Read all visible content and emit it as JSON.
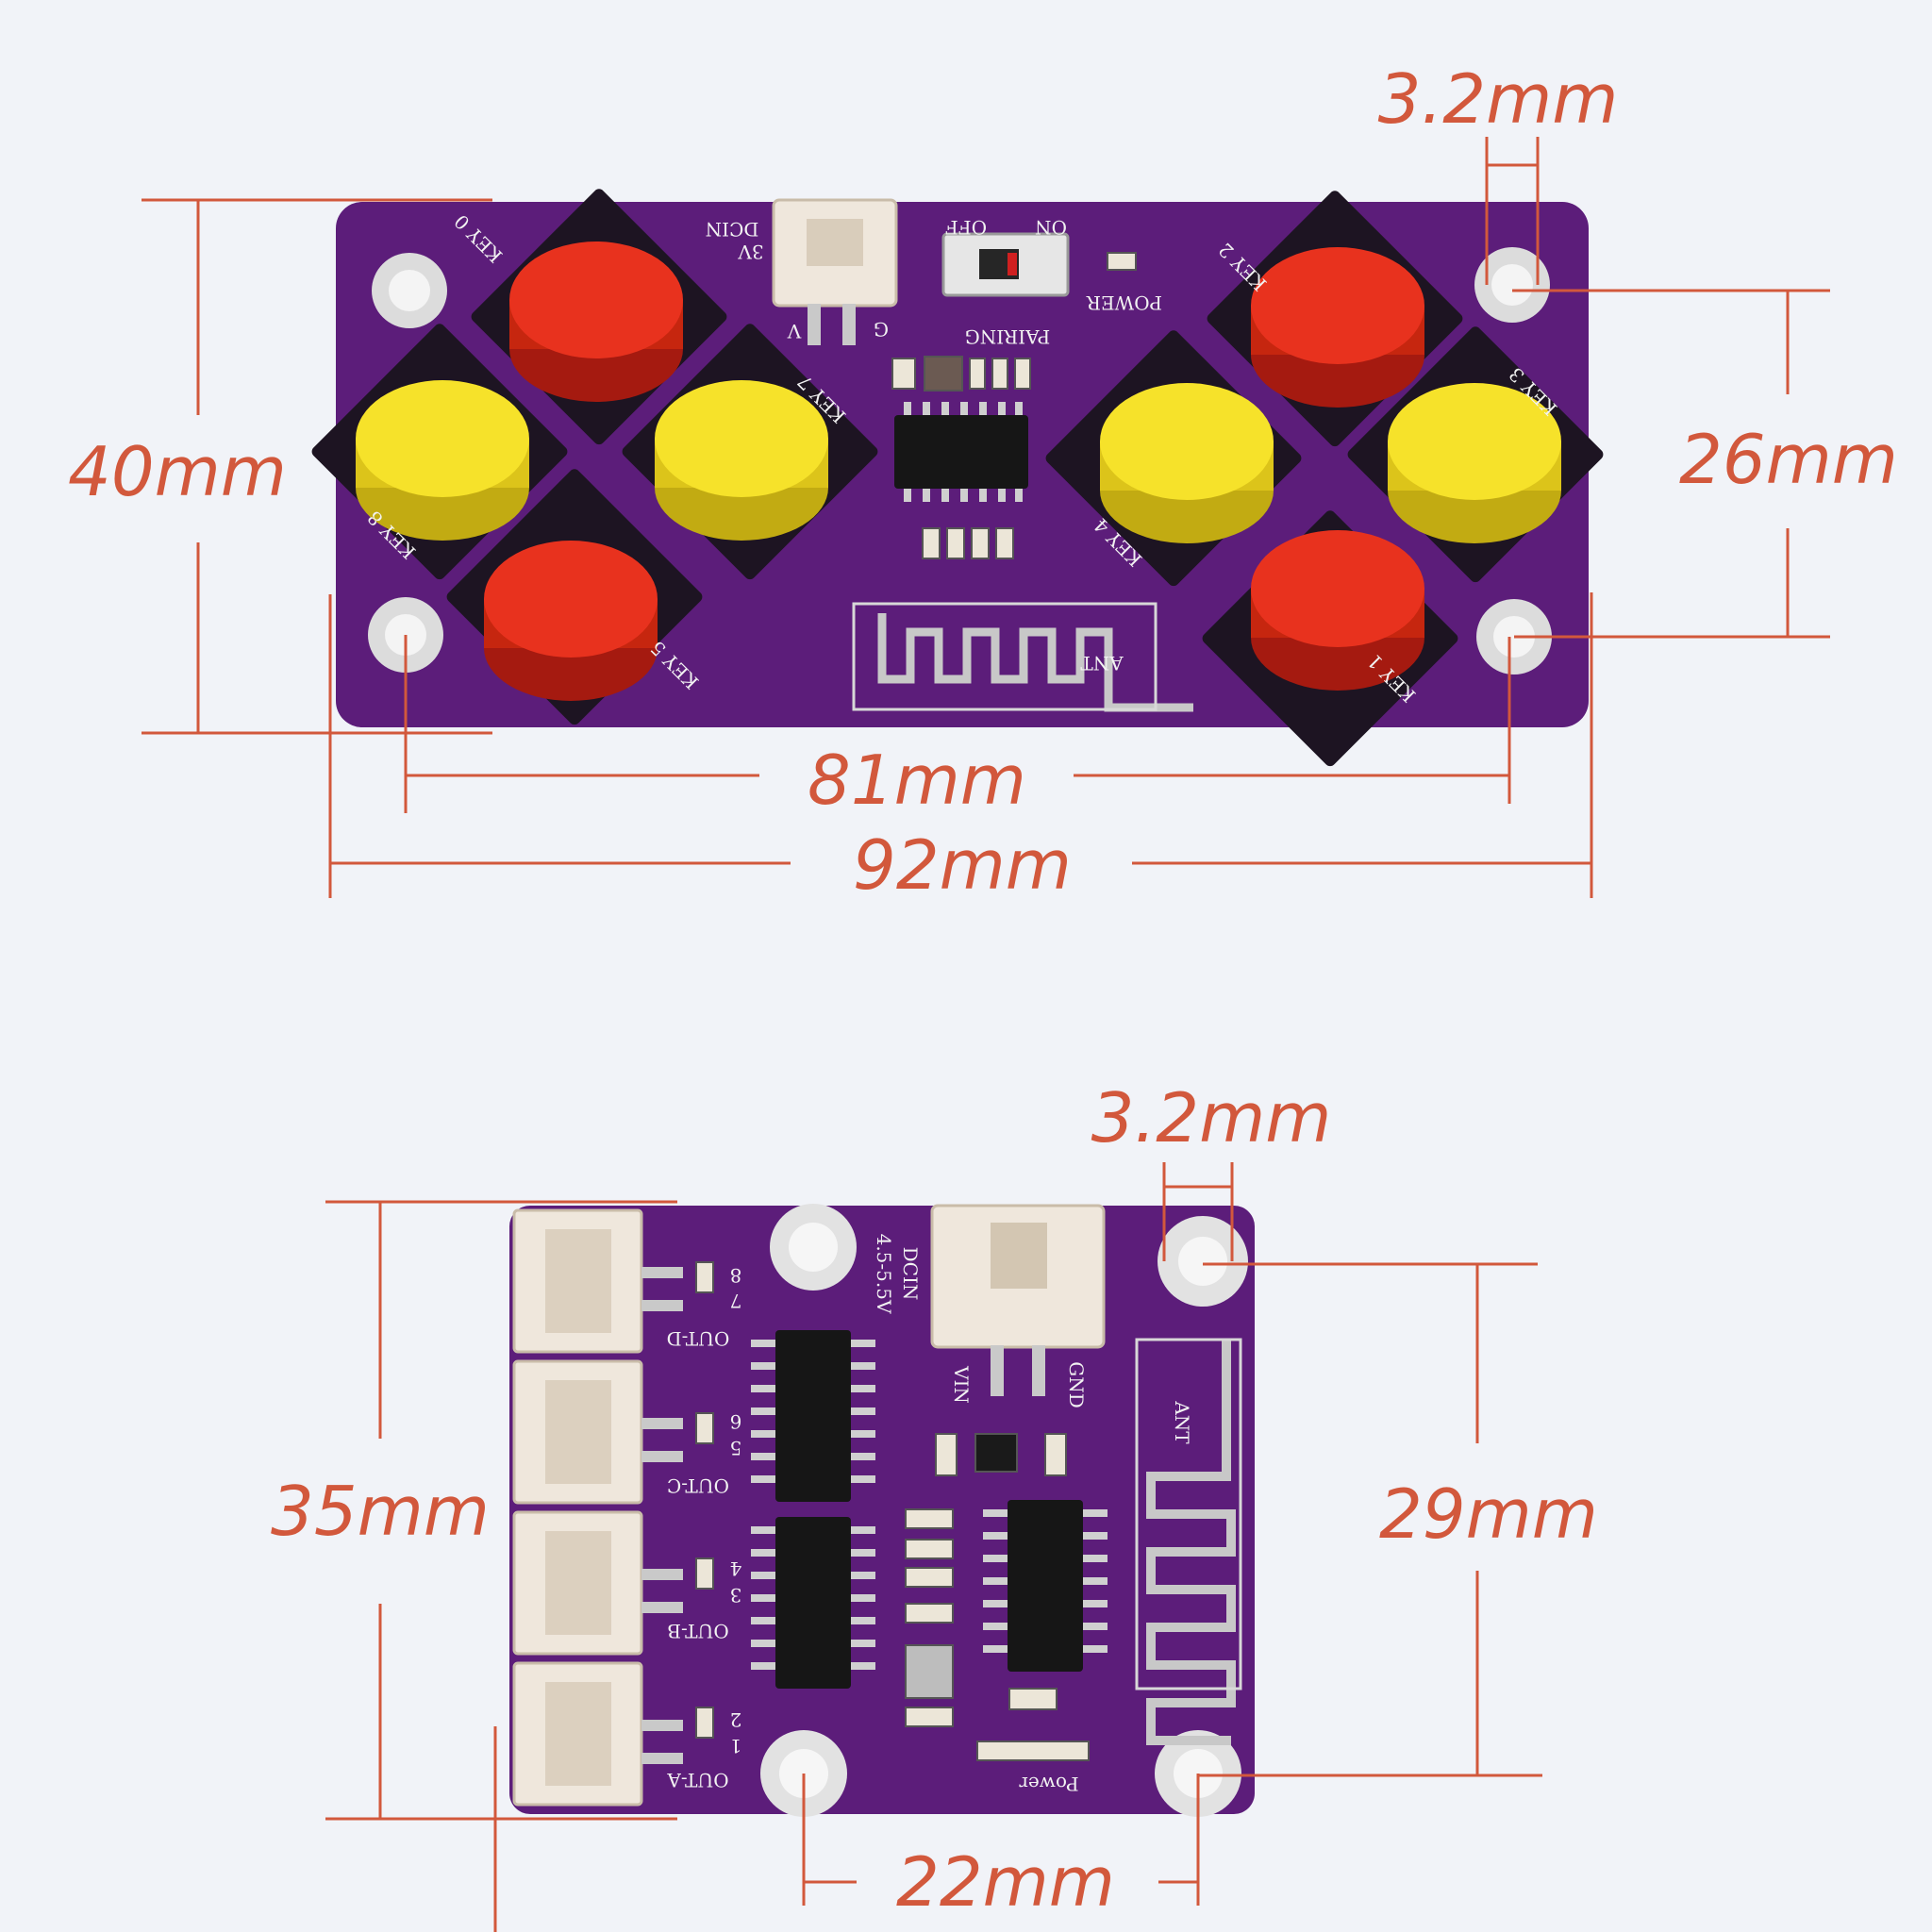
{
  "palette": {
    "background": "#f1f3f8",
    "pcb": "#5c1d7a",
    "dimension": "#d2583c",
    "button_red": "#e8321e",
    "button_yellow": "#f6e22a",
    "silkscreen": "#f2f2f2",
    "connector": "#efe7dc"
  },
  "top_board": {
    "dimensions": {
      "hole_diameter": "3.2mm",
      "height": "40mm",
      "hole_spacing_vertical": "26mm",
      "hole_spacing_horizontal": "81mm",
      "width": "92mm"
    },
    "silkscreen": {
      "key0": "KEY 0",
      "key1": "KEY 1",
      "key2": "KEY 2",
      "key3": "KEY 3",
      "key4": "KEY 4",
      "key5": "KEY 5",
      "key7": "KEY 7",
      "key8": "KEY 8",
      "dcin": "DCIN",
      "dcin_volt": "3V",
      "pin_v": "V",
      "pin_g": "G",
      "switch_off": "OFF",
      "switch_on": "ON",
      "power": "POWER",
      "pairing": "PAIRING",
      "antenna": "ANT"
    }
  },
  "bottom_board": {
    "dimensions": {
      "hole_diameter": "3.2mm",
      "height": "35mm",
      "hole_spacing_vertical": "29mm",
      "hole_spacing_horizontal": "22mm"
    },
    "silkscreen": {
      "out_a": "OUT-A",
      "out_b": "OUT-B",
      "out_c": "OUT-C",
      "out_d": "OUT-D",
      "n1": "1",
      "n2": "2",
      "n3": "3",
      "n4": "4",
      "n5": "5",
      "n6": "6",
      "n7": "7",
      "n8": "8",
      "dcin": "DCIN",
      "dcin_volt": "4.5-5.5V",
      "vin": "VIN",
      "gnd": "GND",
      "antenna": "ANT",
      "power": "Power"
    }
  }
}
